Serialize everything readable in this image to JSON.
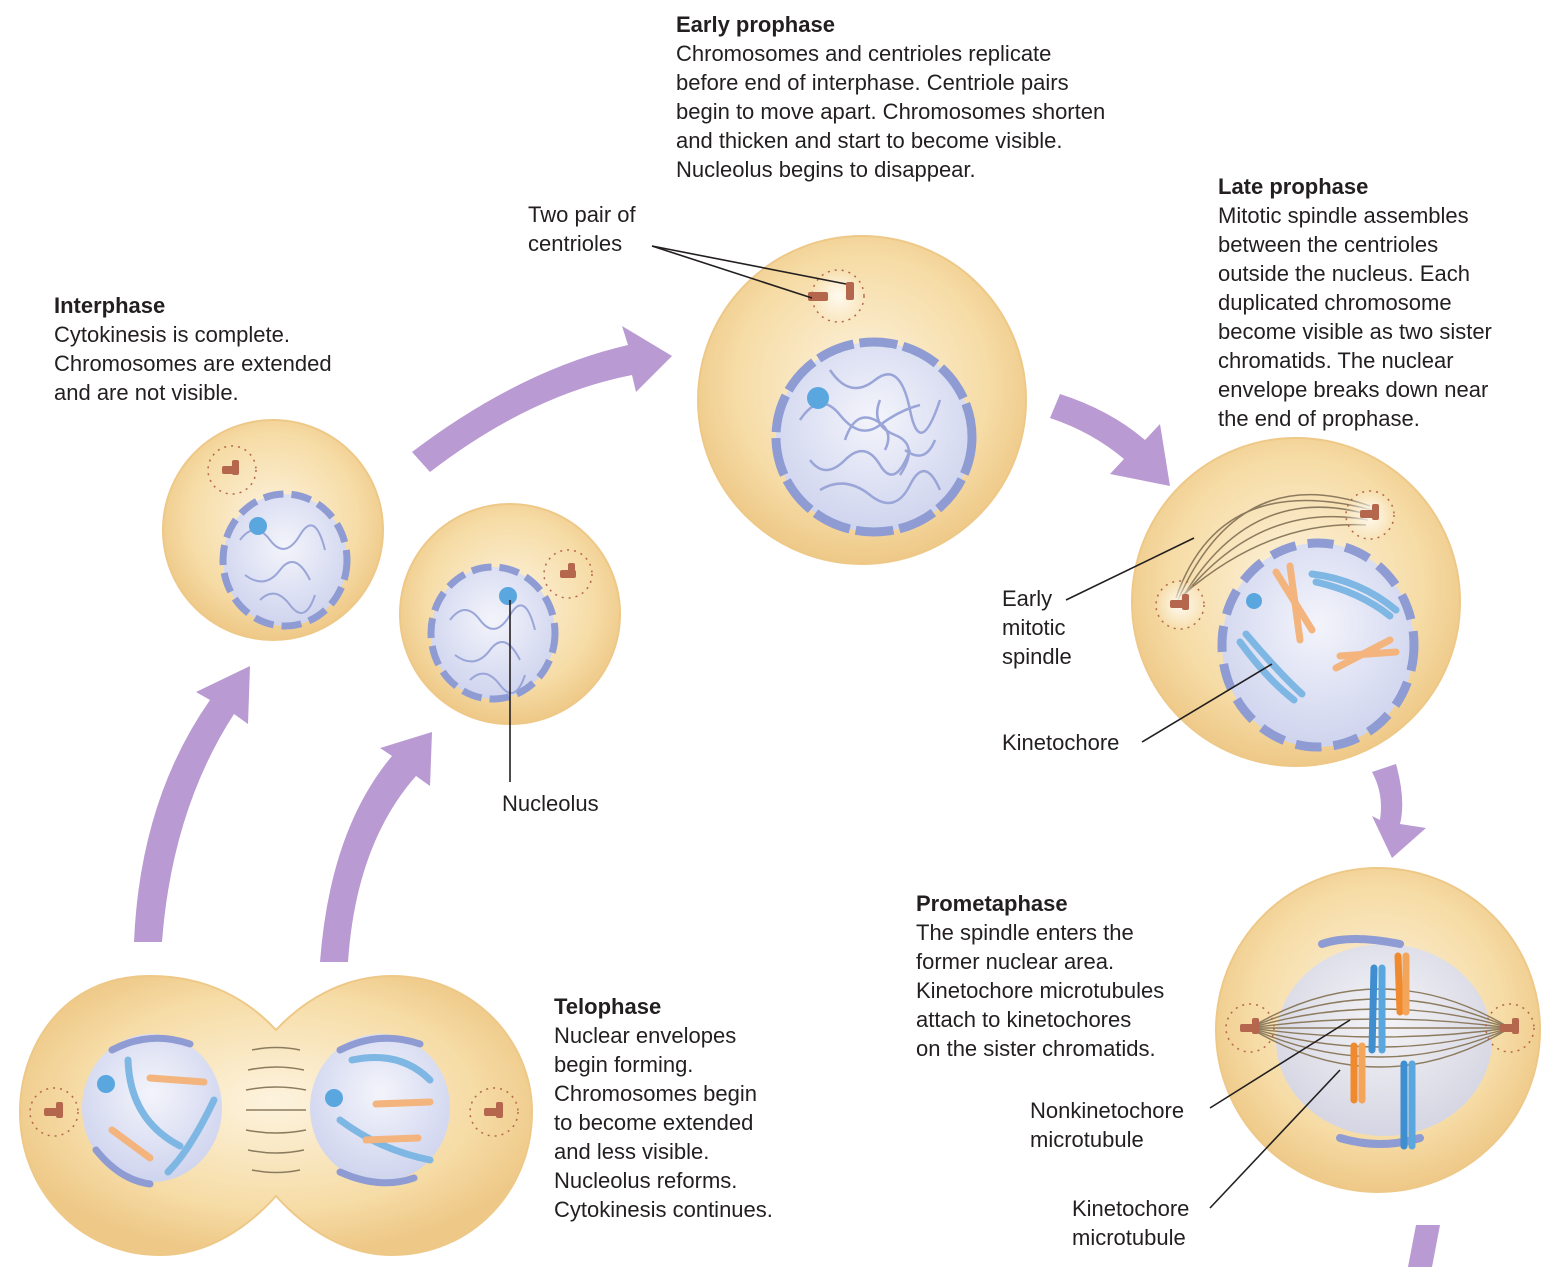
{
  "colors": {
    "cell_fill": "#f6dca6",
    "cell_edge": "#eec887",
    "nucleus_fill": "#dfe3f4",
    "envelope": "#8f9bd3",
    "arrow": "#b99ad2",
    "chromosome_blue": "#7fb7e4",
    "chromosome_orange": "#f3b47e",
    "centriole": "#b5674d",
    "spindle": "#8c7b5e",
    "nucleolus": "#5aa6df"
  },
  "stages": {
    "early_prophase": {
      "title": "Early prophase",
      "lines": [
        "Chromosomes and centrioles replicate",
        "before end of interphase. Centriole pairs",
        "begin to move apart. Chromosomes shorten",
        "and thicken and start to become visible.",
        "Nucleolus begins to disappear."
      ]
    },
    "late_prophase": {
      "title": "Late prophase",
      "lines": [
        "Mitotic spindle assembles",
        "between the centrioles",
        "outside the nucleus. Each",
        "duplicated chromosome",
        "become visible as two sister",
        "chromatids. The nuclear",
        "envelope breaks down near",
        "the end of prophase."
      ]
    },
    "interphase": {
      "title": "Interphase",
      "lines": [
        "Cytokinesis is complete.",
        "Chromosomes are extended",
        "and are not visible."
      ]
    },
    "prometaphase": {
      "title": "Prometaphase",
      "lines": [
        "The spindle enters the",
        "former nuclear area.",
        "Kinetochore microtubules",
        "attach to kinetochores",
        "on the sister chromatids."
      ]
    },
    "telophase": {
      "title": "Telophase",
      "lines": [
        "Nuclear envelopes",
        "begin forming.",
        "Chromosomes begin",
        "to become extended",
        "and less visible.",
        "Nucleolus reforms.",
        "Cytokinesis continues."
      ]
    }
  },
  "labels": {
    "centrioles": [
      "Two pair of",
      "centrioles"
    ],
    "nucleolus": "Nucleolus",
    "early_spindle": [
      "Early",
      "mitotic",
      "spindle"
    ],
    "kinetochore": "Kinetochore",
    "nonkinetochore_mt": [
      "Nonkinetochore",
      "microtubule"
    ],
    "kinetochore_mt": [
      "Kinetochore",
      "microtubule"
    ]
  }
}
